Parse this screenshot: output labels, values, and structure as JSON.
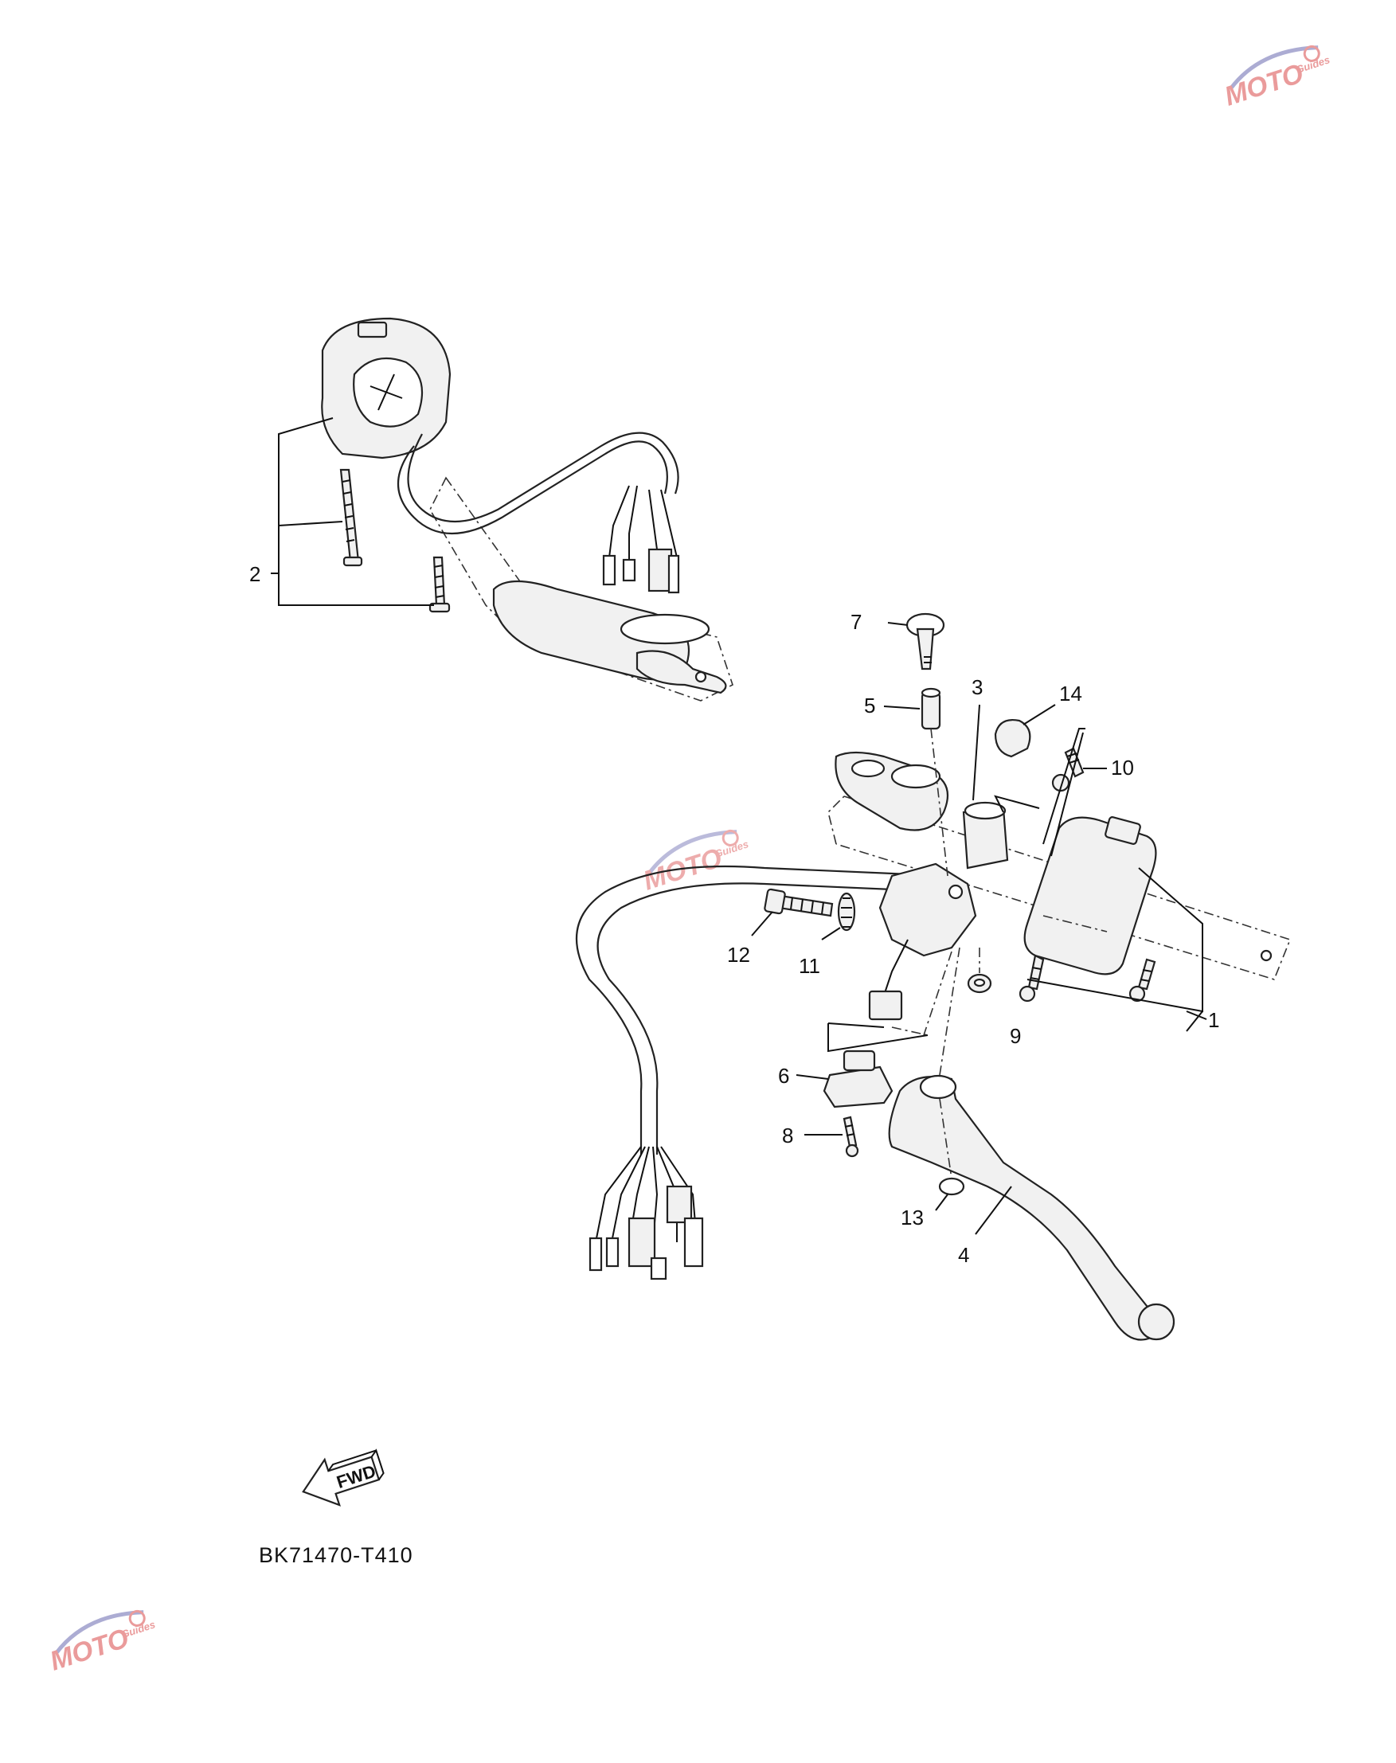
{
  "diagram": {
    "part_labels": [
      "1",
      "2",
      "3",
      "4",
      "5",
      "6",
      "7",
      "8",
      "9",
      "10",
      "11",
      "12",
      "13",
      "14"
    ],
    "fwd_label": "FWD",
    "drawing_code": "BK71470-T410"
  },
  "watermark": {
    "brand": "MOTO",
    "sub": "Guides",
    "color": "#d94a4a",
    "accent": "#6a6ab0"
  },
  "icons": [
    "fwd-arrow-icon",
    "watermark-logo-icon"
  ]
}
